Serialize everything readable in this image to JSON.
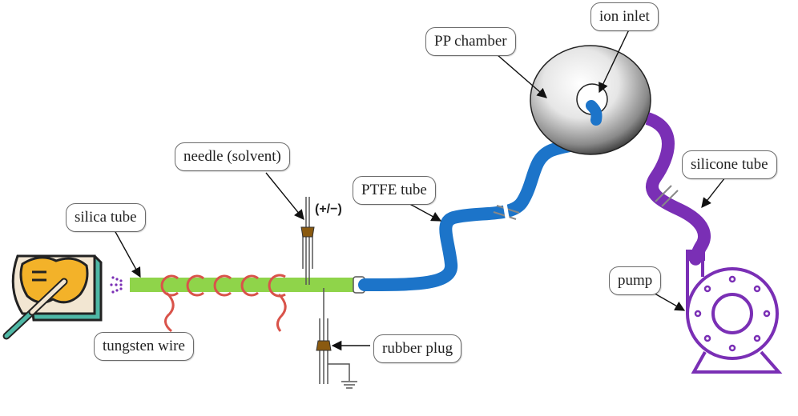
{
  "figure": {
    "description": "Schematic of an electrospray ion source setup feeding a PP chamber via PTFE tube, evacuated by a pump via silicone tube",
    "labels": {
      "silica_tube": "silica tube",
      "tungsten_wire": "tungsten wire",
      "needle": "needle (solvent)",
      "polarity": "(+/−)",
      "rubber_plug": "rubber plug",
      "ptfe_tube": "PTFE tube",
      "pp_chamber": "PP chamber",
      "ion_inlet": "ion inlet",
      "silicone_tube": "silicone tube",
      "pump": "pump"
    },
    "icons": [
      "sample-plate-with-spatula-icon",
      "spray-droplets-icon",
      "ground-symbol-icon",
      "pump-icon"
    ],
    "colors": {
      "silica_tube": "#8fd44a",
      "tungsten_wire": "#d9534a",
      "ptfe_tube": "#1c74c9",
      "silicone_tube": "#7a2fb5",
      "pump": "#7a2fb5",
      "sample": "#f3b229",
      "plate": "#4fb8a6",
      "plug": "#8a5a10",
      "spray": "#7a2fb5"
    }
  }
}
